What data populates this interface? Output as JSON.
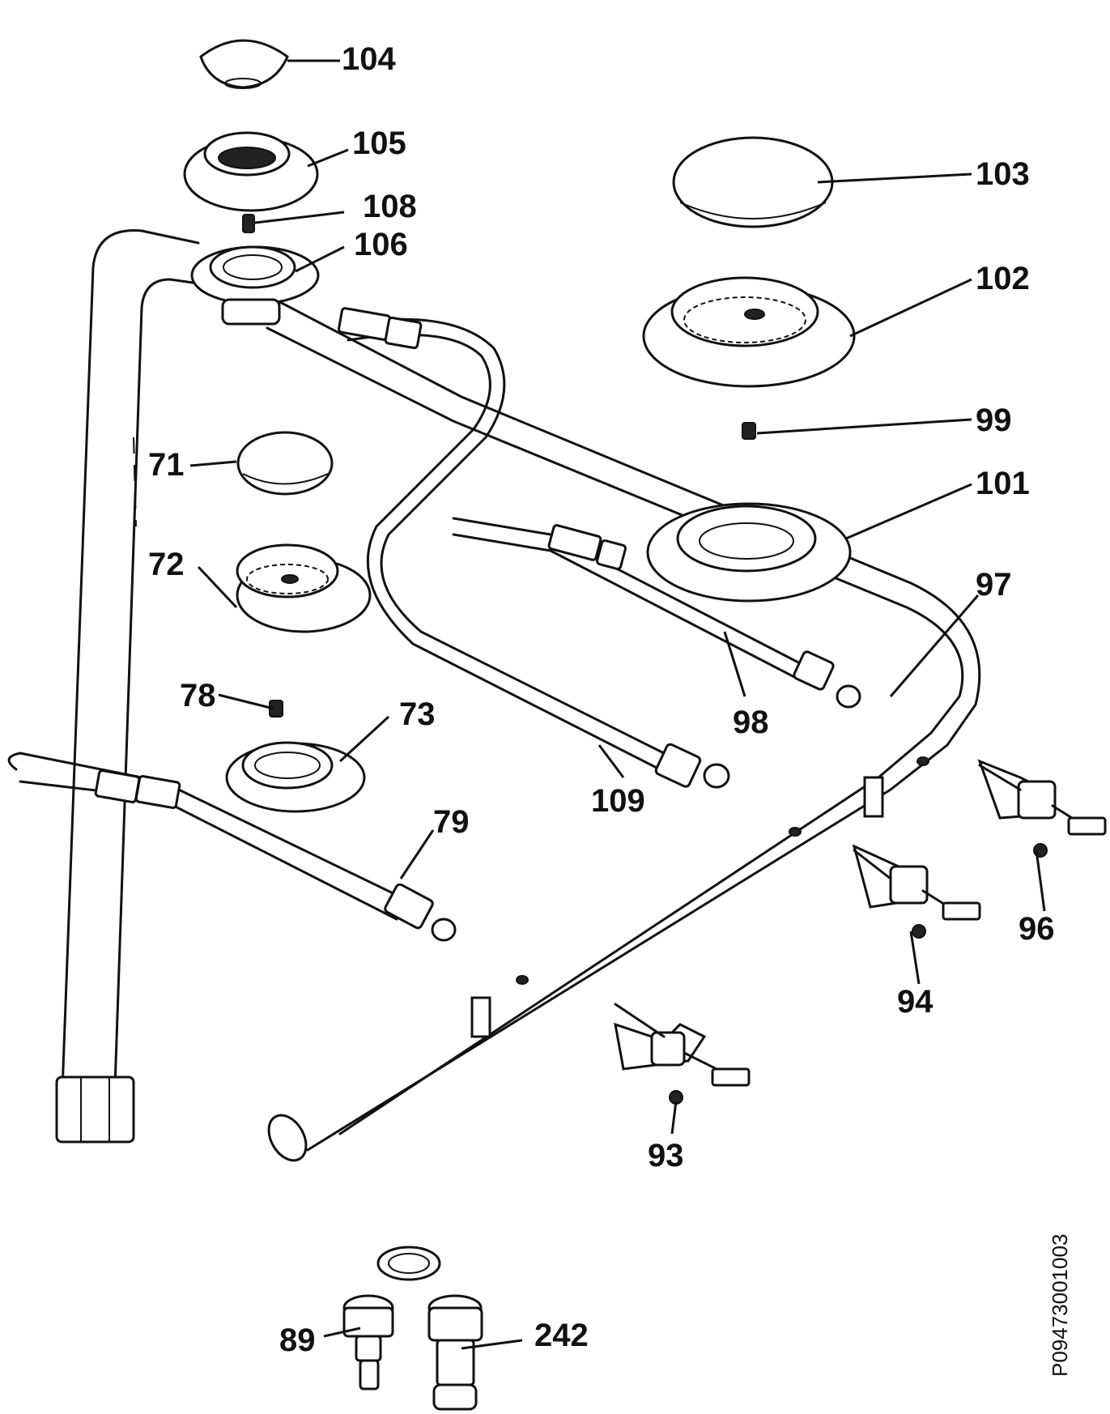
{
  "diagram": {
    "drawing_code": "P09473001003",
    "labels": {
      "l104": "104",
      "l105": "105",
      "l108": "108",
      "l106": "106",
      "l103": "103",
      "l102": "102",
      "l99": "99",
      "l71": "71",
      "l101": "101",
      "l72": "72",
      "l97": "97",
      "l98": "98",
      "l78": "78",
      "l73": "73",
      "l109": "109",
      "l79": "79",
      "l96": "96",
      "l94": "94",
      "l93": "93",
      "l89": "89",
      "l242": "242"
    }
  }
}
